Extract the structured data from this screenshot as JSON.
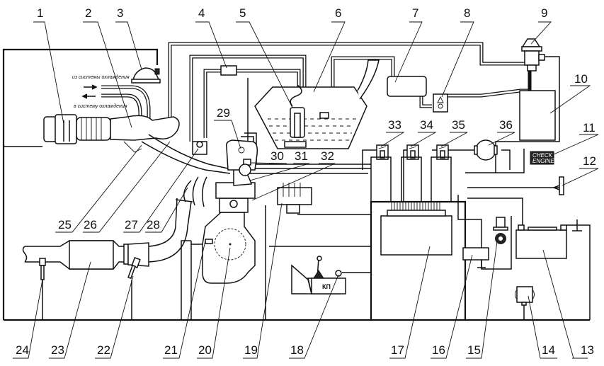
{
  "title": "Схема системы управления двигателем",
  "annotations": {
    "coolant_from": "из системы охлаждения",
    "coolant_to": "в систему охлаждения",
    "check_engine": [
      "CHECK",
      "ENGINE"
    ],
    "gearbox": "КП"
  },
  "callouts": [
    {
      "number": "1"
    },
    {
      "number": "2"
    },
    {
      "number": "3"
    },
    {
      "number": "4"
    },
    {
      "number": "5"
    },
    {
      "number": "6"
    },
    {
      "number": "7"
    },
    {
      "number": "8"
    },
    {
      "number": "9"
    },
    {
      "number": "10"
    },
    {
      "number": "11"
    },
    {
      "number": "12"
    },
    {
      "number": "13"
    },
    {
      "number": "14"
    },
    {
      "number": "15"
    },
    {
      "number": "16"
    },
    {
      "number": "17"
    },
    {
      "number": "18"
    },
    {
      "number": "19"
    },
    {
      "number": "20"
    },
    {
      "number": "21"
    },
    {
      "number": "22"
    },
    {
      "number": "23"
    },
    {
      "number": "24"
    },
    {
      "number": "25"
    },
    {
      "number": "26"
    },
    {
      "number": "27"
    },
    {
      "number": "28"
    },
    {
      "number": "29"
    },
    {
      "number": "30"
    },
    {
      "number": "31"
    },
    {
      "number": "32"
    },
    {
      "number": "33"
    },
    {
      "number": "34"
    },
    {
      "number": "35"
    },
    {
      "number": "36"
    }
  ],
  "colors": {
    "line": "#111111",
    "background": "#ffffff"
  }
}
